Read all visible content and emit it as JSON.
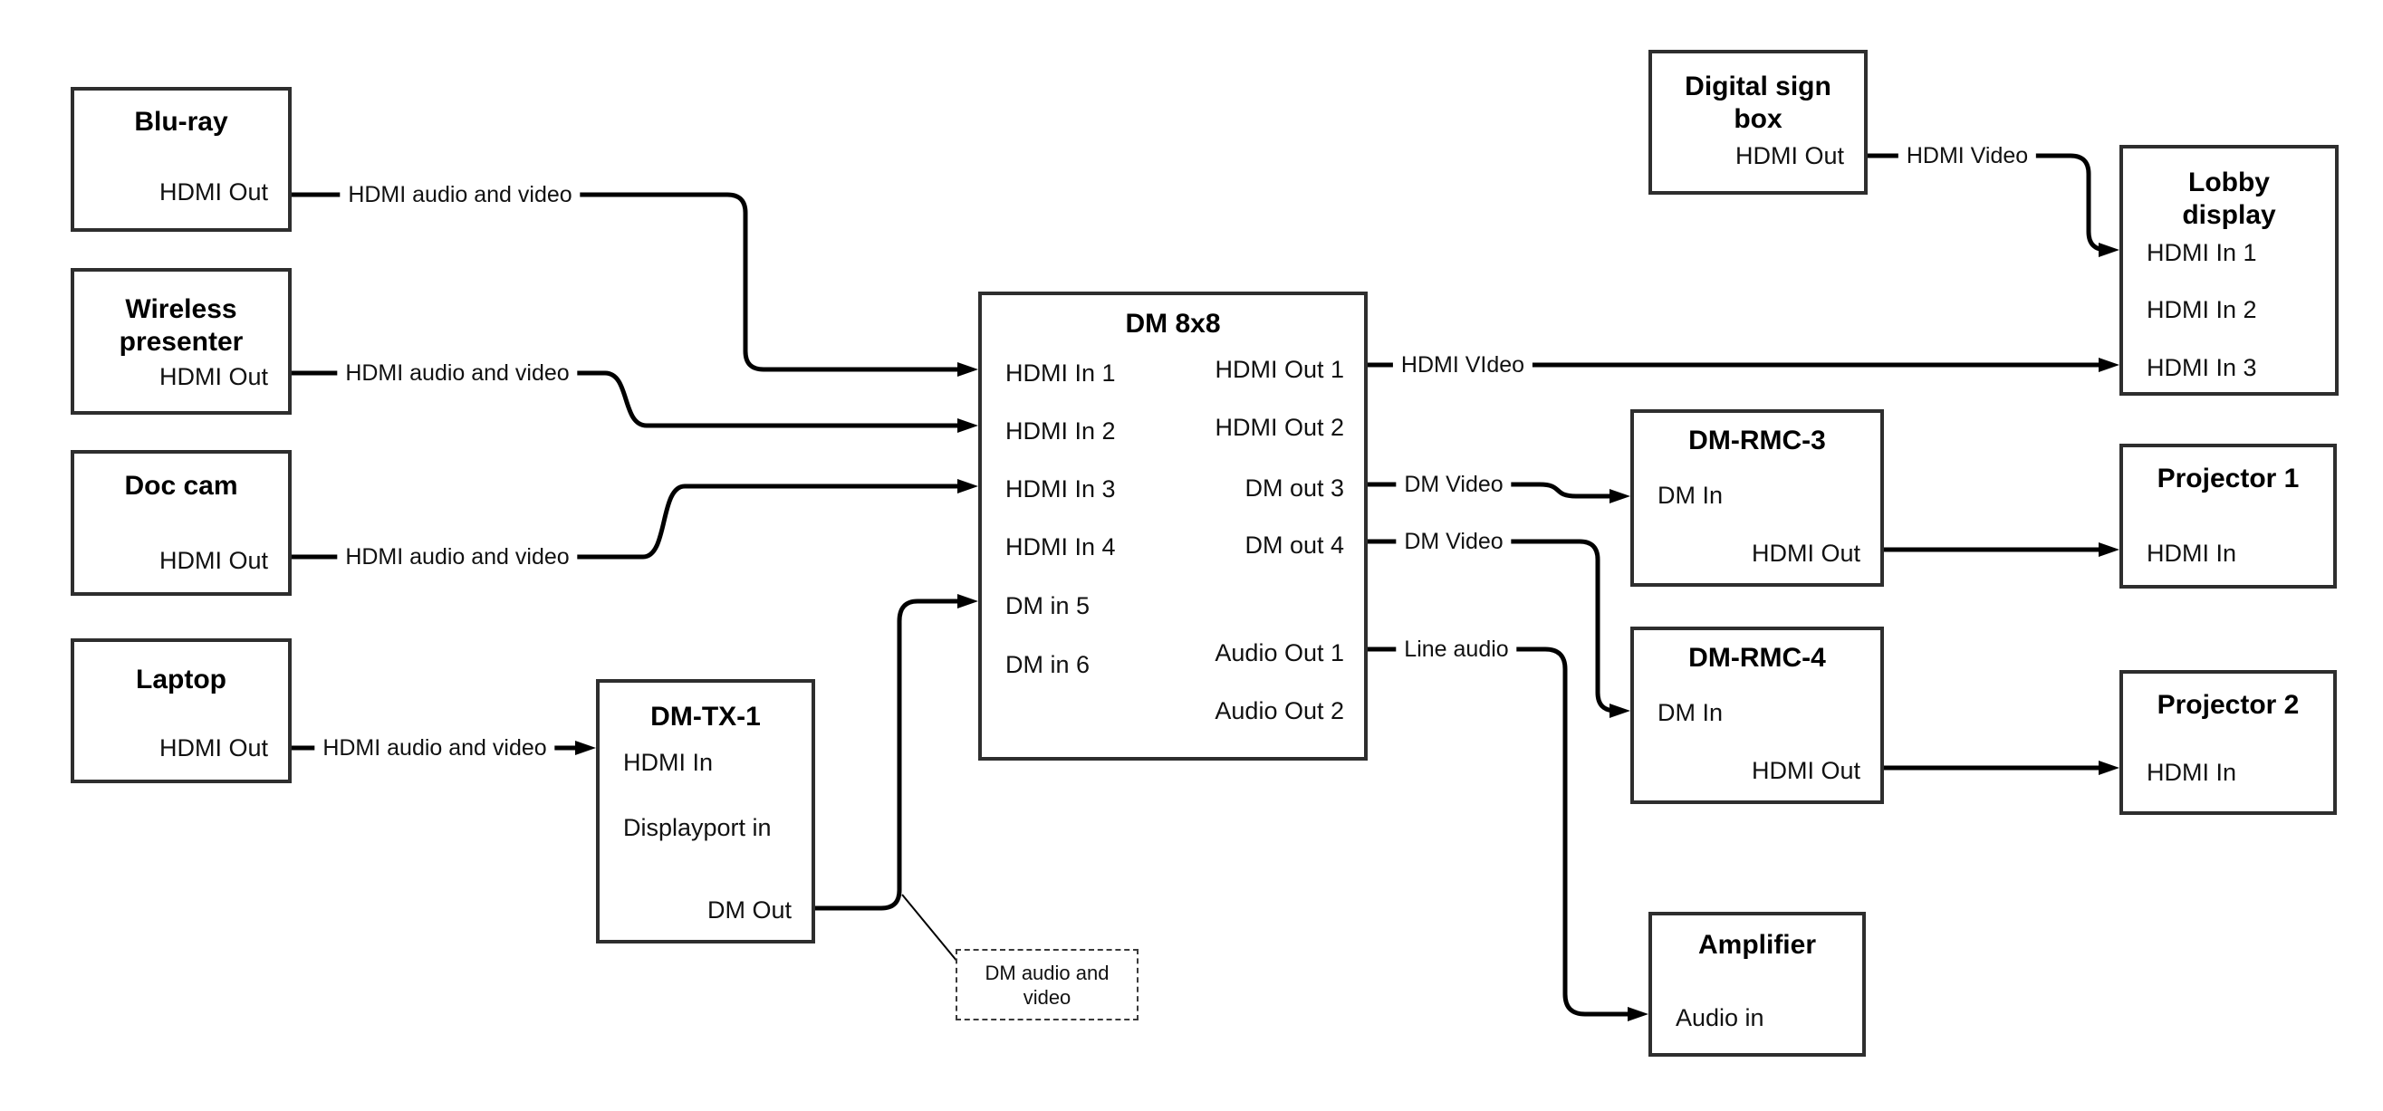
{
  "diagram": {
    "nodes": {
      "bluray": {
        "title": "Blu-ray",
        "port_hdmi_out": "HDMI Out"
      },
      "wireless": {
        "title": "Wireless presenter",
        "port_hdmi_out": "HDMI Out"
      },
      "doccam": {
        "title": "Doc cam",
        "port_hdmi_out": "HDMI Out"
      },
      "laptop": {
        "title": "Laptop",
        "port_hdmi_out": "HDMI Out"
      },
      "dmtx1": {
        "title": "DM-TX-1",
        "port_hdmi_in": "HDMI In",
        "port_dp_in": "Displayport in",
        "port_dm_out": "DM Out"
      },
      "dm8x8": {
        "title": "DM 8x8",
        "in1": "HDMI In 1",
        "in2": "HDMI In 2",
        "in3": "HDMI In 3",
        "in4": "HDMI In 4",
        "in5": "DM in 5",
        "in6": "DM in 6",
        "out1": "HDMI Out 1",
        "out2": "HDMI Out 2",
        "out3": "DM out 3",
        "out4": "DM out 4",
        "aout1": "Audio Out 1",
        "aout2": "Audio Out 2"
      },
      "digitalsign": {
        "title": "Digital sign box",
        "port_hdmi_out": "HDMI Out"
      },
      "lobby": {
        "title": "Lobby display",
        "in1": "HDMI In 1",
        "in2": "HDMI In 2",
        "in3": "HDMI In 3"
      },
      "dmrmc3": {
        "title": "DM-RMC-3",
        "port_dm_in": "DM In",
        "port_hdmi_out": "HDMI Out"
      },
      "dmrmc4": {
        "title": "DM-RMC-4",
        "port_dm_in": "DM In",
        "port_hdmi_out": "HDMI Out"
      },
      "proj1": {
        "title": "Projector 1",
        "port_hdmi_in": "HDMI In"
      },
      "proj2": {
        "title": "Projector 2",
        "port_hdmi_in": "HDMI In"
      },
      "amplifier": {
        "title": "Amplifier",
        "port_audio_in": "Audio in"
      }
    },
    "edge_labels": {
      "bluray_dm8x8": "HDMI audio and video",
      "wireless_dm8x8": "HDMI audio and video",
      "doccam_dm8x8": "HDMI audio and video",
      "laptop_dmtx1": "HDMI audio and video",
      "out1_lobby": "HDMI VIdeo",
      "out3_rmc3": "DM Video",
      "out4_rmc4": "DM Video",
      "aout1_amp": "Line audio",
      "digitalsign_lobby": "HDMI Video"
    },
    "note": {
      "text": "DM audio and video"
    },
    "colors": {
      "wire": "#000000",
      "box_border": "#2e2e2e",
      "text": "#111111"
    }
  }
}
